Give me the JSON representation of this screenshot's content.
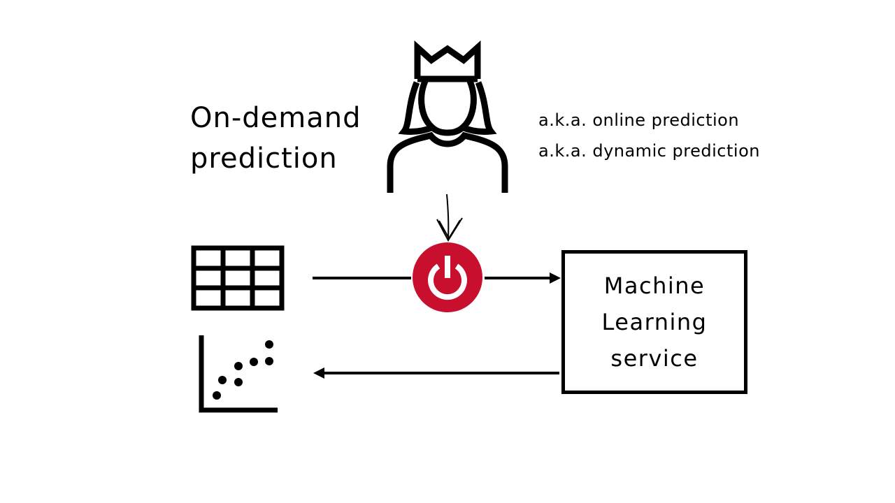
{
  "title": {
    "line1": "On-demand",
    "line2": "prediction"
  },
  "aliases": [
    "a.k.a. online prediction",
    "a.k.a. dynamic prediction"
  ],
  "ml_service": {
    "line1": "Machine",
    "line2": "Learning",
    "line3": "service"
  },
  "icons": {
    "user": "queen-user-icon",
    "trigger": "power-button-icon",
    "input": "table-grid-icon",
    "output": "scatter-plot-icon"
  },
  "colors": {
    "trigger": "#c8102e",
    "stroke": "#000000"
  }
}
